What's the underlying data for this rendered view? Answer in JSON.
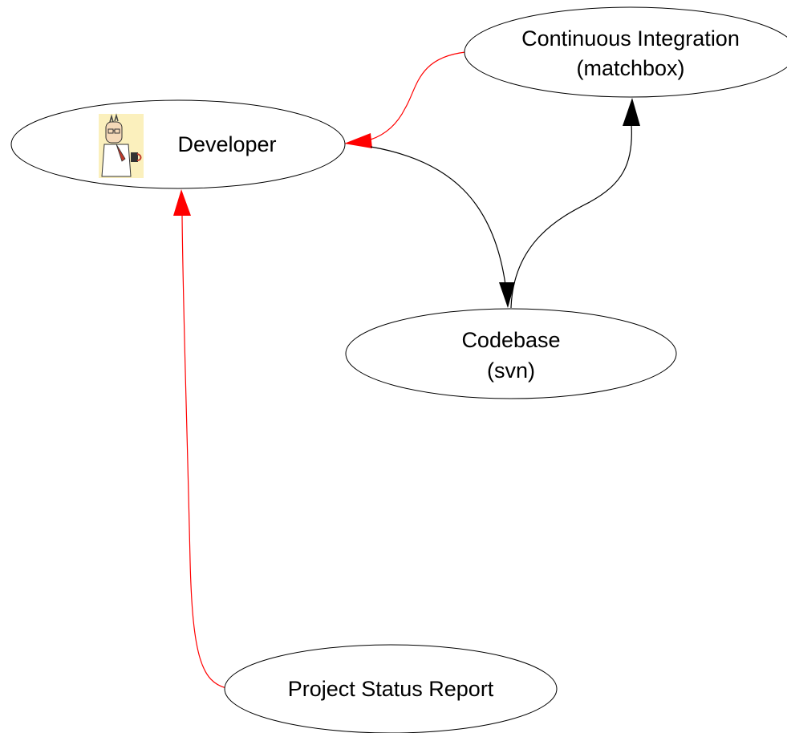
{
  "diagram": {
    "nodes": {
      "developer": {
        "label": "Developer"
      },
      "ci": {
        "line1": "Continuous Integration",
        "line2": "(matchbox)"
      },
      "codebase": {
        "line1": "Codebase",
        "line2": "(svn)"
      },
      "report": {
        "label": "Project Status Report"
      }
    },
    "edges": [
      {
        "from": "Continuous Integration",
        "to": "Developer",
        "color": "#ff0000"
      },
      {
        "from": "Developer",
        "to": "Codebase",
        "color": "#000000"
      },
      {
        "from": "Codebase",
        "to": "Continuous Integration",
        "color": "#000000"
      },
      {
        "from": "Project Status Report",
        "to": "Developer",
        "color": "#ff0000"
      }
    ],
    "colors": {
      "notify_edge": "#ff0000",
      "code_edge": "#000000",
      "node_border": "#000000",
      "node_fill": "#ffffff"
    },
    "avatar_icon": "developer-cartoon-icon"
  }
}
